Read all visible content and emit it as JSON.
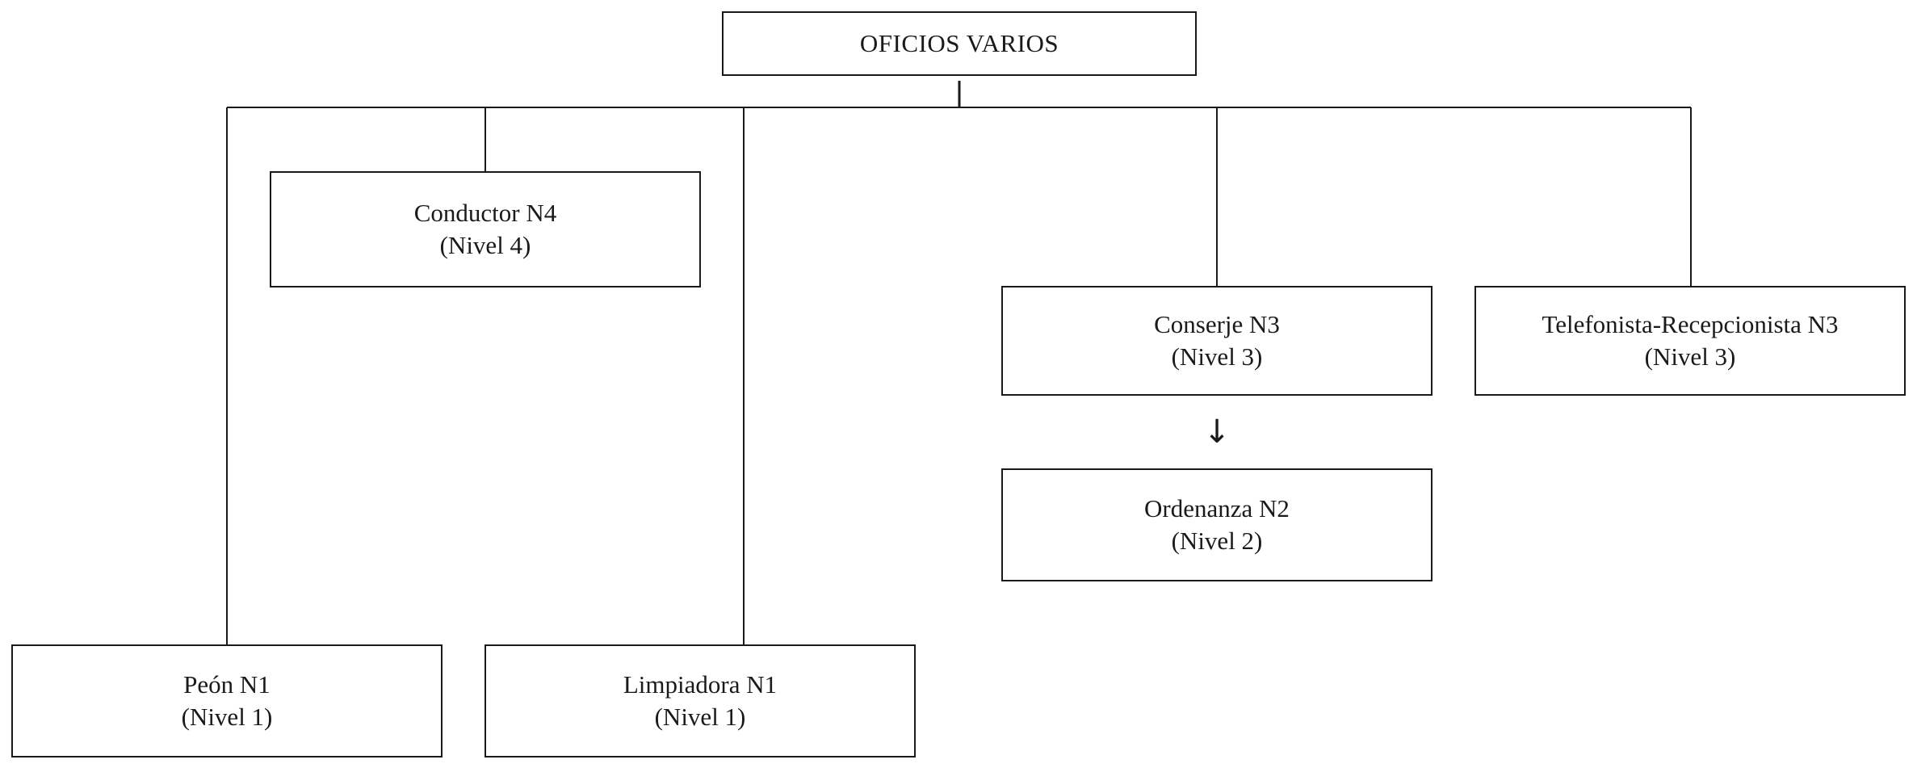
{
  "diagram": {
    "root": {
      "title": "OFICIOS VARIOS"
    },
    "nodes": [
      {
        "id": "conductor",
        "title": "Conductor N4",
        "subtitle": "(Nivel 4)"
      },
      {
        "id": "conserje",
        "title": "Conserje N3",
        "subtitle": "(Nivel 3)"
      },
      {
        "id": "telefonista",
        "title": "Telefonista-Recepcionista N3",
        "subtitle": "(Nivel 3)"
      },
      {
        "id": "ordenanza",
        "title": "Ordenanza N2",
        "subtitle": "(Nivel 2)"
      },
      {
        "id": "peon",
        "title": "Peón N1",
        "subtitle": "(Nivel 1)"
      },
      {
        "id": "limpiadora",
        "title": "Limpiadora N1",
        "subtitle": "(Nivel 1)"
      }
    ],
    "arrow_glyph": "↓"
  }
}
